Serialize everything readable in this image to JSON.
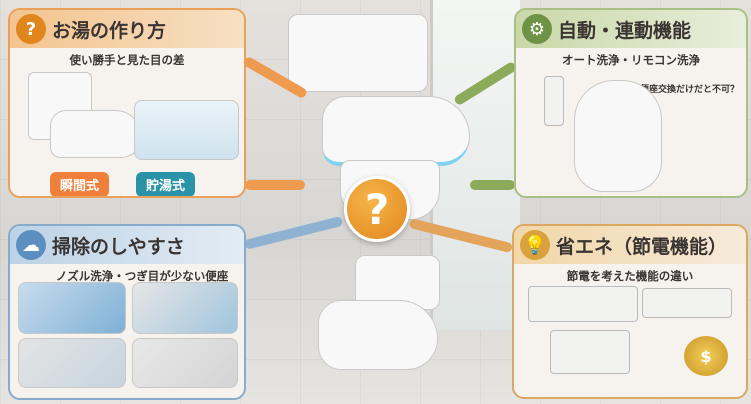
{
  "center": {
    "icon": "question-mark-icon",
    "symbol": "?"
  },
  "panels": {
    "hot_water": {
      "title": "お湯の作り方",
      "subtitle": "使い勝手と見た目の差",
      "icon": "question-mark-icon",
      "icon_symbol": "?",
      "tags": [
        "瞬間式",
        "貯湯式"
      ],
      "color": "#e98a3a",
      "tag_colors": [
        "#ef7f3a",
        "#2a93a8"
      ]
    },
    "auto": {
      "title": "自動・連動機能",
      "subtitle": "オート洗浄・リモコン洗浄",
      "note": "便座交換だけだと不可？",
      "icon": "gear-icon",
      "color": "#7d9c4c"
    },
    "cleaning": {
      "title": "掃除のしやすさ",
      "subtitle": "ノズル洗浄・つぎ目が少ない便座",
      "icon": "cleaning-icon",
      "color": "#6a95bd"
    },
    "eco": {
      "title": "省エネ（節電機能）",
      "subtitle": "節電を考えた機能の違い",
      "icon": "lightbulb-icon",
      "color": "#d89a4c"
    }
  }
}
